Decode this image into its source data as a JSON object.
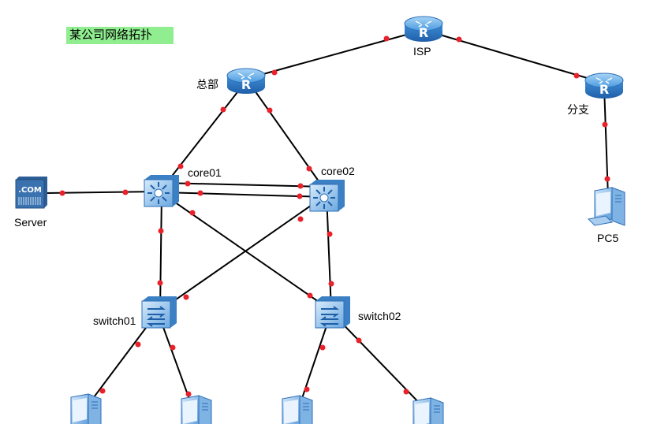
{
  "title": "某公司网络拓扑",
  "nodes": {
    "isp": {
      "label": "ISP",
      "icon": "router-icon"
    },
    "hq": {
      "label": "总部",
      "icon": "router-icon"
    },
    "branch": {
      "label": "分支",
      "icon": "router-icon"
    },
    "core01": {
      "label": "core01",
      "icon": "l3-switch-icon"
    },
    "core02": {
      "label": "core02",
      "icon": "l3-switch-icon"
    },
    "server": {
      "label": "Server",
      "icon": "server-icon",
      "badge": ".COM"
    },
    "switch01": {
      "label": "switch01",
      "icon": "switch-icon"
    },
    "switch02": {
      "label": "switch02",
      "icon": "switch-icon"
    },
    "pc5": {
      "label": "PC5",
      "icon": "pc-icon"
    },
    "pc_unlabeled": [
      {
        "icon": "pc-icon"
      },
      {
        "icon": "pc-icon"
      },
      {
        "icon": "pc-icon"
      },
      {
        "icon": "pc-icon"
      }
    ]
  },
  "links": [
    [
      "hq",
      "isp"
    ],
    [
      "isp",
      "branch"
    ],
    [
      "branch",
      "pc5"
    ],
    [
      "hq",
      "core01"
    ],
    [
      "hq",
      "core02"
    ],
    [
      "core01",
      "core02"
    ],
    [
      "core01",
      "core02"
    ],
    [
      "server",
      "core01"
    ],
    [
      "core01",
      "switch01"
    ],
    [
      "core01",
      "switch02"
    ],
    [
      "core02",
      "switch01"
    ],
    [
      "core02",
      "switch02"
    ],
    [
      "switch01",
      "pc1"
    ],
    [
      "switch01",
      "pc2"
    ],
    [
      "switch02",
      "pc3"
    ],
    [
      "switch02",
      "pc4"
    ]
  ],
  "colors": {
    "title_bg": "#90ee90",
    "link": "#000000",
    "port": "#e8212a",
    "router": "#3a8fd6",
    "switch": "#8fc0ec"
  }
}
